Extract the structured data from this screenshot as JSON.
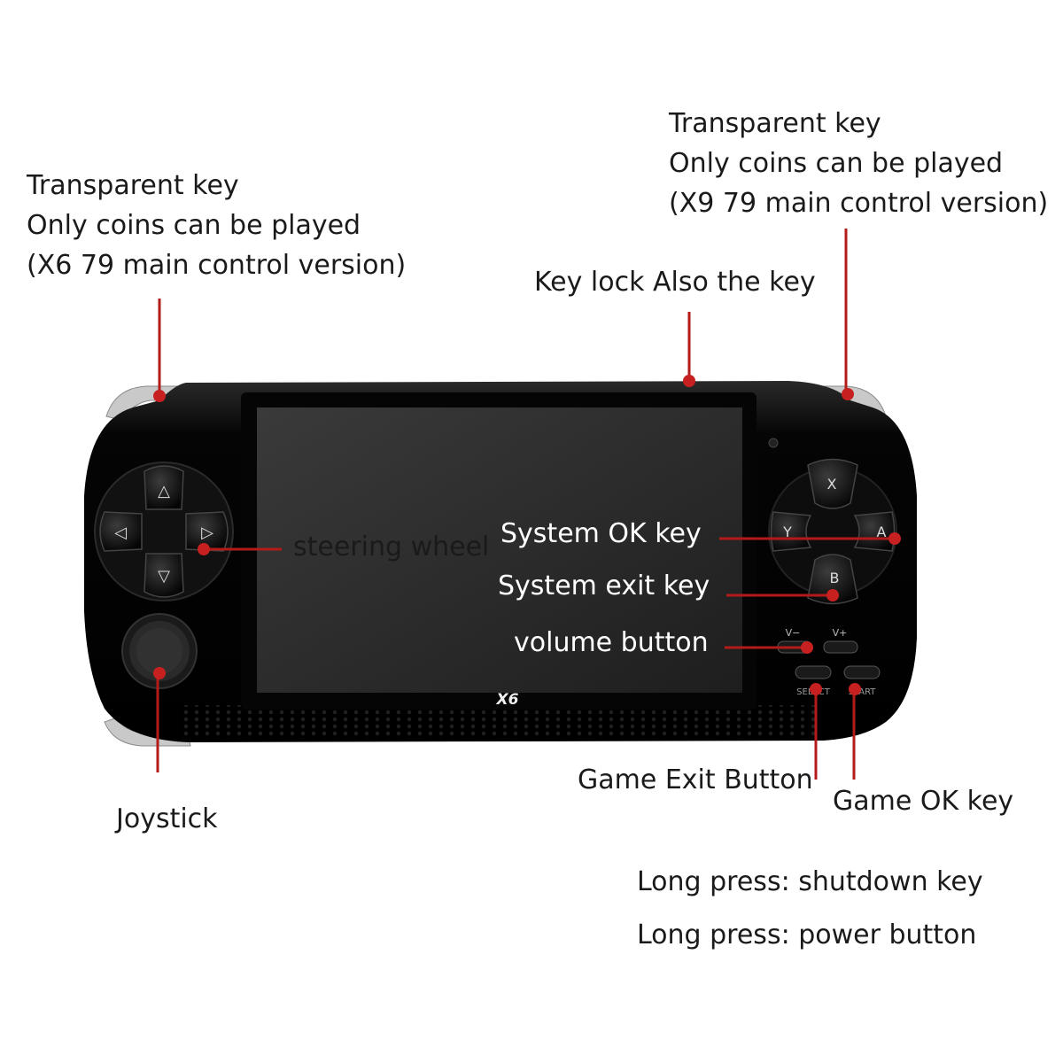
{
  "labels": {
    "left_transparent": [
      "Transparent key",
      "Only coins can be played",
      "(X6 79 main control version)"
    ],
    "right_transparent": [
      "Transparent key",
      "Only coins can be played",
      "(X9 79 main control version)"
    ],
    "key_lock": "Key lock Also the key",
    "steering_wheel": "steering wheel",
    "system_ok": "System OK key",
    "system_exit": "System exit key",
    "volume": "volume button",
    "joystick": "Joystick",
    "game_exit": "Game Exit Button",
    "game_ok": "Game OK key",
    "long_press_shutdown": "Long press: shutdown key",
    "long_press_power": "Long press: power button"
  },
  "device": {
    "model": "X6",
    "face_buttons": [
      "X",
      "Y",
      "A",
      "B"
    ],
    "dpad_glyphs": [
      "△",
      "◁",
      "▷",
      "▽"
    ],
    "volume_keys": [
      "V−",
      "V+"
    ],
    "small_keys": [
      "SELECT",
      "START"
    ]
  },
  "colors": {
    "body": "#0a0a0a",
    "callout": "#b31b1b",
    "screen": "#2b2b2b",
    "text": "#1a1a1a"
  }
}
